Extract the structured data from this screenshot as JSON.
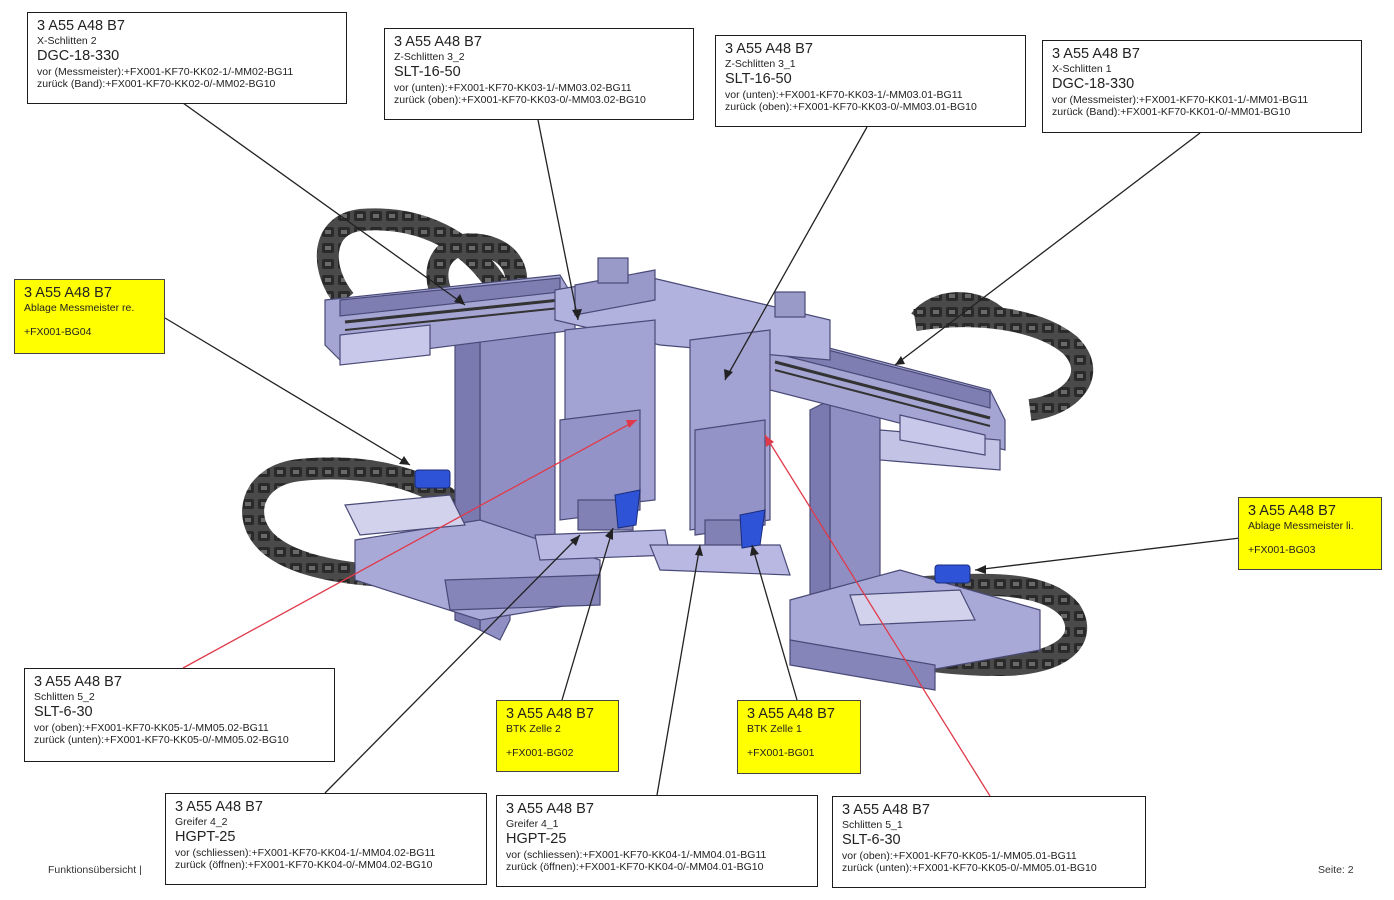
{
  "footer": {
    "left": "Funktionsübersicht",
    "separator": "|",
    "right": "Seite: 2"
  },
  "callouts": {
    "x_schlitten_2": {
      "title": "3 A55 A48 B7",
      "subtitle": "X-Schlitten 2",
      "type": "DGC-18-330",
      "lines": [
        "vor (Messmeister):+FX001-KF70-KK02-1/-MM02-BG11",
        "zurück (Band):+FX001-KF70-KK02-0/-MM02-BG10"
      ]
    },
    "z_schlitten_3_2": {
      "title": "3 A55 A48 B7",
      "subtitle": "Z-Schlitten 3_2",
      "type": "SLT-16-50",
      "lines": [
        "vor (unten):+FX001-KF70-KK03-1/-MM03.02-BG11",
        "zurück (oben):+FX001-KF70-KK03-0/-MM03.02-BG10"
      ]
    },
    "z_schlitten_3_1": {
      "title": "3 A55 A48 B7",
      "subtitle": "Z-Schlitten 3_1",
      "type": "SLT-16-50",
      "lines": [
        "vor (unten):+FX001-KF70-KK03-1/-MM03.01-BG11",
        "zurück (oben):+FX001-KF70-KK03-0/-MM03.01-BG10"
      ]
    },
    "x_schlitten_1": {
      "title": "3 A55 A48 B7",
      "subtitle": "X-Schlitten 1",
      "type": "DGC-18-330",
      "lines": [
        "vor (Messmeister):+FX001-KF70-KK01-1/-MM01-BG11",
        "zurück (Band):+FX001-KF70-KK01-0/-MM01-BG10"
      ]
    },
    "ablage_re": {
      "title": "3 A55 A48 B7",
      "subtitle": "Ablage Messmeister re.",
      "tag": "+FX001-BG04"
    },
    "ablage_li": {
      "title": "3 A55 A48 B7",
      "subtitle": "Ablage Messmeister li.",
      "tag": "+FX001-BG03"
    },
    "schlitten_5_2": {
      "title": "3 A55 A48 B7",
      "subtitle": "Schlitten 5_2",
      "type": "SLT-6-30",
      "lines": [
        "vor (oben):+FX001-KF70-KK05-1/-MM05.02-BG11",
        "zurück (unten):+FX001-KF70-KK05-0/-MM05.02-BG10"
      ]
    },
    "btk_zelle_2": {
      "title": "3 A55 A48 B7",
      "subtitle": "BTK Zelle 2",
      "tag": "+FX001-BG02"
    },
    "btk_zelle_1": {
      "title": "3 A55 A48 B7",
      "subtitle": "BTK Zelle 1",
      "tag": "+FX001-BG01"
    },
    "greifer_4_2": {
      "title": "3 A55 A48 B7",
      "subtitle": "Greifer 4_2",
      "type": "HGPT-25",
      "lines": [
        "vor (schliessen):+FX001-KF70-KK04-1/-MM04.02-BG11",
        "zurück (öffnen):+FX001-KF70-KK04-0/-MM04.02-BG10"
      ]
    },
    "greifer_4_1": {
      "title": "3 A55 A48 B7",
      "subtitle": "Greifer 4_1",
      "type": "HGPT-25",
      "lines": [
        "vor (schliessen):+FX001-KF70-KK04-1/-MM04.01-BG11",
        "zurück (öffnen):+FX001-KF70-KK04-0/-MM04.01-BG10"
      ]
    },
    "schlitten_5_1": {
      "title": "3 A55 A48 B7",
      "subtitle": "Schlitten 5_1",
      "type": "SLT-6-30",
      "lines": [
        "vor (oben):+FX001-KF70-KK05-1/-MM05.01-BG11",
        "zurück (unten):+FX001-KF70-KK05-0/-MM05.01-BG10"
      ]
    }
  },
  "colors": {
    "machine_body": "#9c9ccf",
    "machine_edge": "#4a4a78",
    "chain": "#3a3a3a",
    "valve": "#2f53d6",
    "leader_black": "#222222",
    "leader_red": "#e03a4a",
    "highlight": "#ffff00"
  }
}
